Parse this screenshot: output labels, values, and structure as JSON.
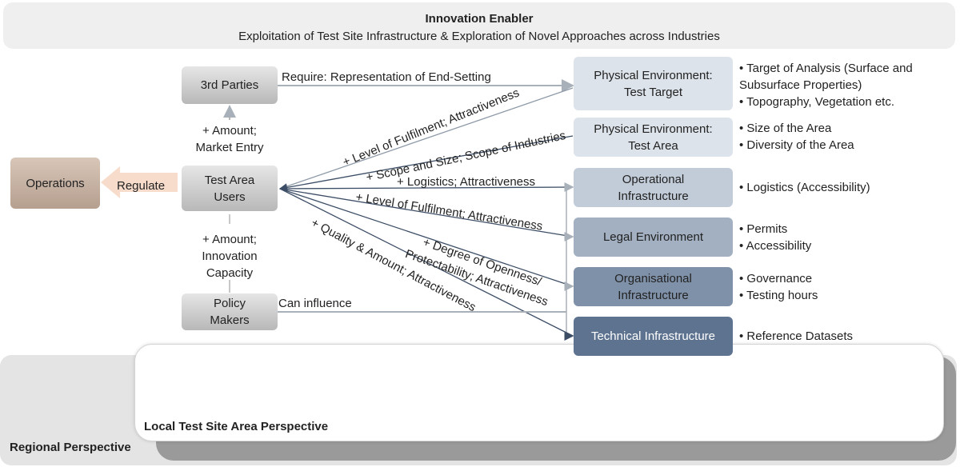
{
  "banner": {
    "title": "Innovation Enabler",
    "subtitle": "Exploitation of Test Site Infrastructure & Exploration of Novel Approaches across Industries"
  },
  "perspectives": {
    "local": "Local Test Site Area Perspective",
    "regional": "Regional Perspective"
  },
  "actors": {
    "third_parties": "3rd Parties",
    "test_area_users": "Test Area\nUsers",
    "policy_makers": "Policy\nMakers",
    "operations": "Operations",
    "regulate": "Regulate"
  },
  "vertical_labels": {
    "upper": "+ Amount;\nMarket Entry",
    "lower": "+ Amount;\nInnovation\nCapacity"
  },
  "environments": [
    {
      "label": "Physical Environment:\nTest Target",
      "bullets": "• Target of Analysis (Surface and\n  Subsurface Properties)\n• Topography, Vegetation etc."
    },
    {
      "label": "Physical Environment:\nTest Area",
      "bullets": "• Size of the Area\n• Diversity of the Area"
    },
    {
      "label": "Operational\nInfrastructure",
      "bullets": "• Logistics (Accessibility)"
    },
    {
      "label": "Legal Environment",
      "bullets": "• Permits\n• Accessibility"
    },
    {
      "label": "Organisational\nInfrastructure",
      "bullets": "• Governance\n• Testing hours"
    },
    {
      "label": "Technical Infrastructure",
      "bullets": "• Reference Datasets"
    }
  ],
  "relations": {
    "require": "Require: Representation of End-Setting",
    "level_attr": "+ Level of Fulfilment; Attractiveness",
    "scope": "+ Scope and Size; Scope of Industries",
    "logistics": "+ Logistics; Attractiveness",
    "level_attr2": "+ Level of Fulfilment;  Attractiveness",
    "openness": "+ Degree of Openness/\nProtectability; Attractiveness",
    "quality": "+ Quality & Amount; Attractiveness",
    "can_influence": "Can influence"
  },
  "colors": {
    "env1": "#dde3ea",
    "env2": "#c2ccd8",
    "env3": "#a2b0c2",
    "env4": "#7f91a8",
    "env5": "#5e7390",
    "operations": "#c4b0a2",
    "regulate_arrow": "#f7dccb",
    "line": "#8e9aa8"
  }
}
